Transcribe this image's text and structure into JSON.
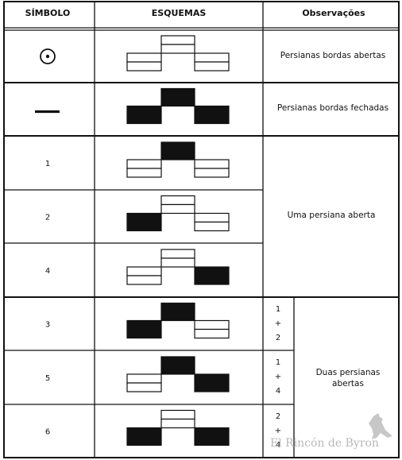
{
  "header": {
    "simbolo": "SÍMBOLO",
    "esquemas": "ESQUEMAS",
    "observacoes": "Observações"
  },
  "rows": [
    {
      "symbol_type": "circle-dot-icon",
      "symbol_text": "",
      "pattern": [
        0,
        0,
        0
      ],
      "obs": "Persianas bordas abertas"
    },
    {
      "symbol_type": "dash-icon",
      "symbol_text": "",
      "pattern": [
        1,
        1,
        1
      ],
      "obs": "Persianas bordas fechadas"
    },
    {
      "symbol_type": "number",
      "symbol_text": "1",
      "pattern": [
        0,
        1,
        0
      ]
    },
    {
      "symbol_type": "number",
      "symbol_text": "2",
      "pattern": [
        1,
        0,
        0
      ]
    },
    {
      "symbol_type": "number",
      "symbol_text": "4",
      "pattern": [
        0,
        0,
        1
      ]
    },
    {
      "symbol_type": "number",
      "symbol_text": "3",
      "pattern": [
        1,
        1,
        0
      ],
      "combo": [
        "1",
        "+",
        "2"
      ]
    },
    {
      "symbol_type": "number",
      "symbol_text": "5",
      "pattern": [
        0,
        1,
        1
      ],
      "combo": [
        "1",
        "+",
        "4"
      ]
    },
    {
      "symbol_type": "number",
      "symbol_text": "6",
      "pattern": [
        1,
        0,
        1
      ],
      "combo": [
        "2",
        "+",
        "4"
      ]
    }
  ],
  "groups": {
    "uma": "Uma persiana aberta",
    "duas_line1": "Duas persianas",
    "duas_line2": "abertas"
  },
  "watermark": "El Rincón de Byron",
  "colors": {
    "ink": "#111111",
    "paper": "#ffffff",
    "watermark": "#b9b9b9"
  }
}
